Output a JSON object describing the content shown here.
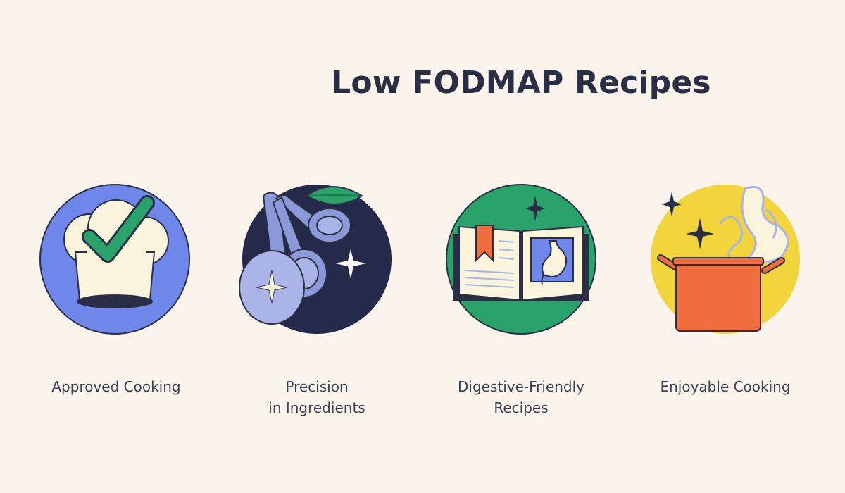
{
  "title": "Low FODMAP Recipes",
  "features": [
    {
      "label": "Approved Cooking",
      "icon": "chef-hat-check-icon"
    },
    {
      "label": "Precision\nin Ingredients",
      "icon": "measuring-spoons-icon"
    },
    {
      "label": "Digestive-Friendly\nRecipes",
      "icon": "recipe-book-stomach-icon"
    },
    {
      "label": "Enjoyable Cooking",
      "icon": "steaming-pot-icon"
    }
  ],
  "colors": {
    "background": "#fbf4ec",
    "text": "#2b2f45",
    "blue": "#6f86ea",
    "navy": "#25294a",
    "green": "#2aa36b",
    "yellow": "#f2d43c",
    "orange": "#f06d3e",
    "cream": "#fbf4dc",
    "lavender": "#aab4e6"
  }
}
